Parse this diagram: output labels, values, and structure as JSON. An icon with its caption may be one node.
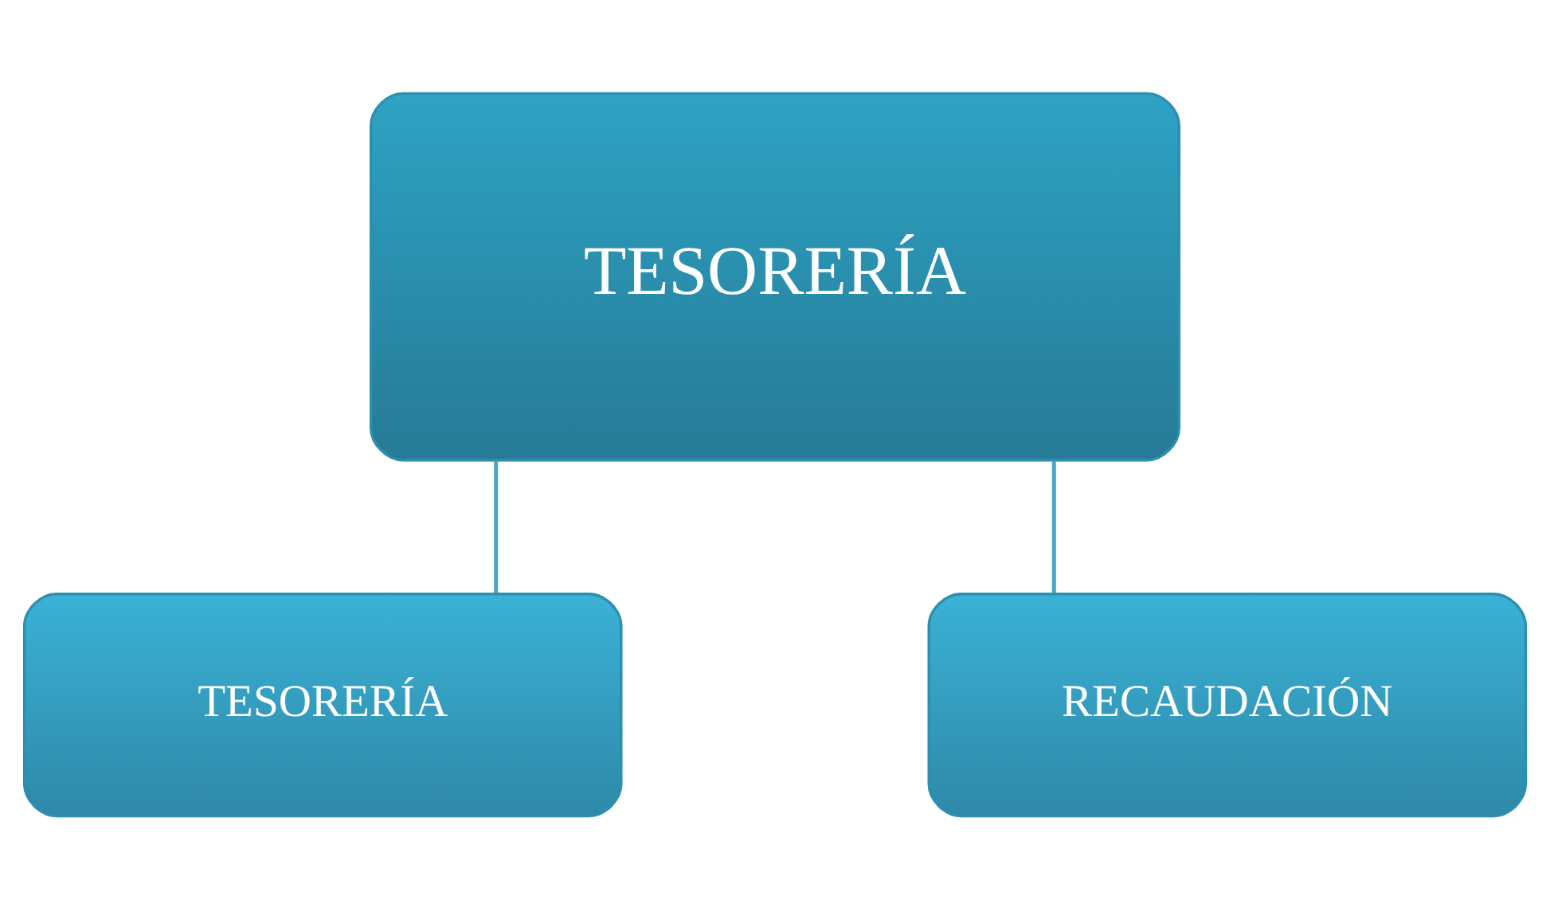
{
  "diagram": {
    "nodes": [
      {
        "text": [
          "TESORERÍA"
        ]
      },
      {
        "text": [
          "TESORERÍA"
        ]
      },
      {
        "text": [
          "RECAUDACIÓN"
        ]
      }
    ],
    "edges": [
      {
        "from": 0,
        "to": 1,
        "arrow": "none"
      },
      {
        "from": 0,
        "to": 2,
        "arrow": "none"
      }
    ]
  }
}
